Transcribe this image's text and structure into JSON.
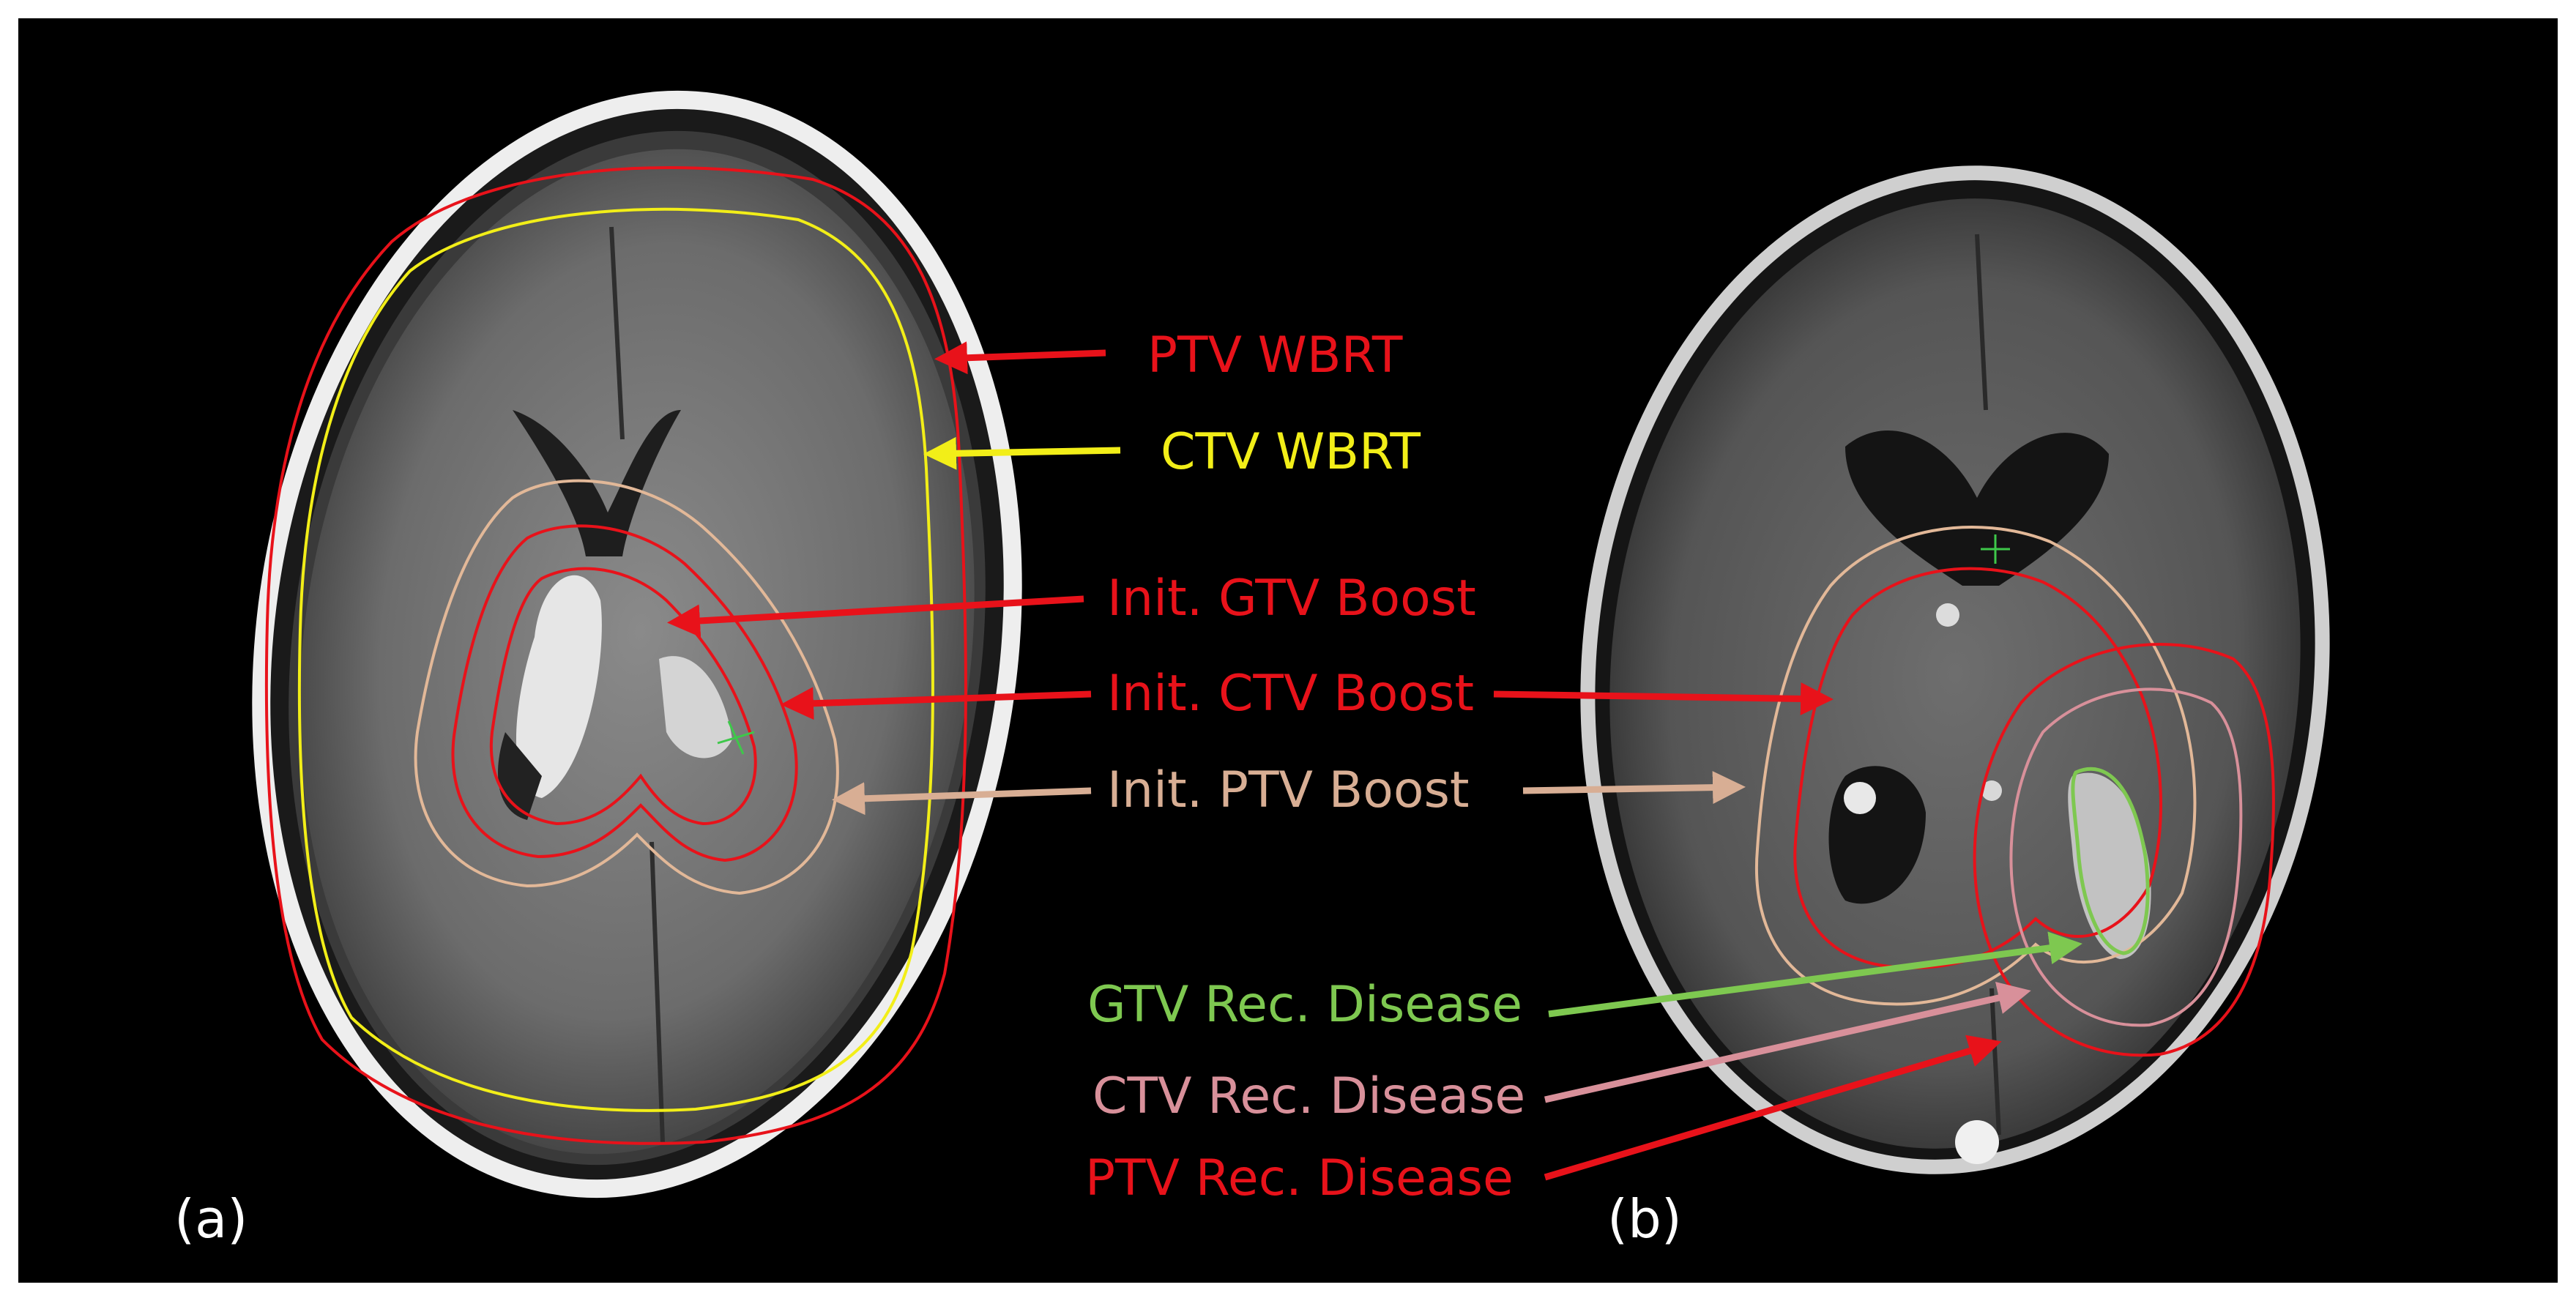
{
  "figure": {
    "panels": [
      {
        "id": "a",
        "label": "(a)"
      },
      {
        "id": "b",
        "label": "(b)"
      }
    ],
    "labels": {
      "ptv_wbrt": "PTV WBRT",
      "ctv_wbrt": "CTV WBRT",
      "init_gtv_boost": "Init. GTV Boost",
      "init_ctv_boost": "Init. CTV Boost",
      "init_ptv_boost": "Init. PTV Boost",
      "gtv_rec_disease": "GTV Rec. Disease",
      "ctv_rec_disease": "CTV Rec. Disease",
      "ptv_rec_disease": "PTV Rec. Disease"
    },
    "colors": {
      "ptv": "#e8121a",
      "ctv_wbrt": "#f2ee18",
      "init_ptv": "#e2b898",
      "gtv_rec": "#7ec850",
      "ctv_rec": "#d8909a",
      "ptv_rec": "#e8121a",
      "background": "#000000",
      "panel_label": "#ffffff"
    }
  }
}
